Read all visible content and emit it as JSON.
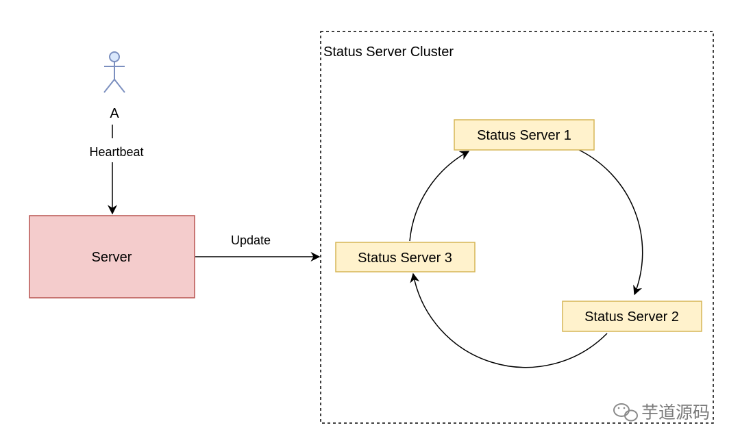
{
  "actor": {
    "label": "A"
  },
  "edges": {
    "heartbeat_label": "Heartbeat",
    "update_label": "Update"
  },
  "server": {
    "label": "Server"
  },
  "cluster": {
    "title": "Status Server Cluster",
    "nodes": [
      {
        "label": "Status Server 1"
      },
      {
        "label": "Status Server 2"
      },
      {
        "label": "Status Server 3"
      }
    ]
  },
  "watermark": {
    "text": "芋道源码"
  },
  "colors": {
    "server_fill": "#f4cccc",
    "server_stroke": "#b85450",
    "node_fill": "#fff2cc",
    "node_stroke": "#d6b656",
    "actor_stroke": "#7b8fbf",
    "actor_fill": "#dae8fc"
  }
}
